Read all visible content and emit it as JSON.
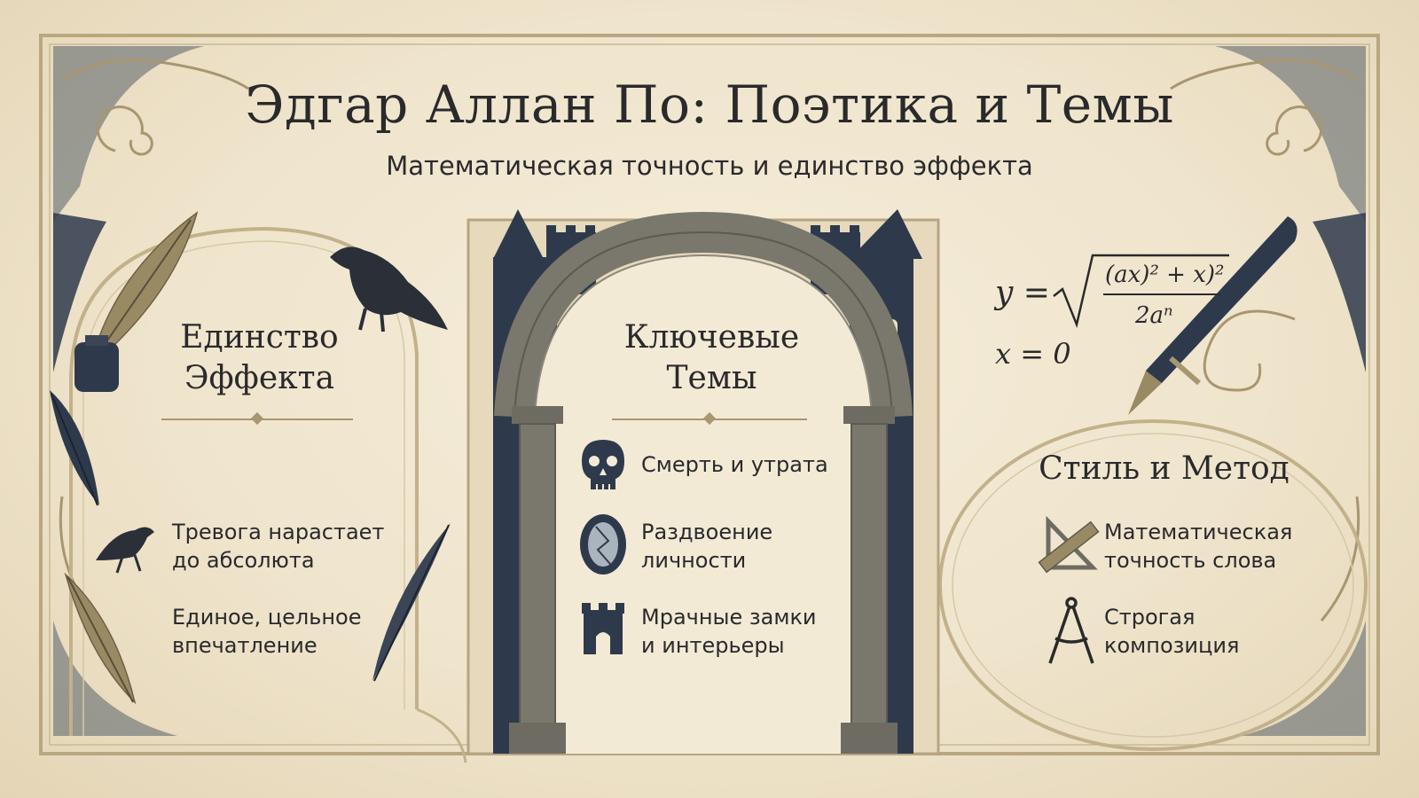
{
  "header": {
    "title": "Эдгар Аллан По: Поэтика и Темы",
    "subtitle": "Математическая точность и единство эффекта"
  },
  "sections": {
    "left": {
      "title_line1": "Единство",
      "title_line2": "Эффекта",
      "items": [
        {
          "icon": "raven-icon",
          "line1": "Тревога нарастает",
          "line2": "до абсолюта"
        },
        {
          "icon": "",
          "line1": "Единое, цельное",
          "line2": "впечатление"
        }
      ]
    },
    "middle": {
      "title_line1": "Ключевые",
      "title_line2": "Темы",
      "items": [
        {
          "icon": "skull-icon",
          "line1": "Смерть и утрата",
          "line2": ""
        },
        {
          "icon": "broken-mirror-icon",
          "line1": "Раздвоение",
          "line2": "личности"
        },
        {
          "icon": "castle-tower-icon",
          "line1": "Мрачные замки",
          "line2": "и интерьеры"
        }
      ]
    },
    "right": {
      "title": "Стиль и Метод",
      "items": [
        {
          "icon": "ruler-triangle-icon",
          "line1": "Математическая",
          "line2": "точность слова"
        },
        {
          "icon": "compass-icon",
          "line1": "Строгая",
          "line2": "композиция"
        }
      ]
    }
  },
  "formula": {
    "lhs": "y =",
    "numerator": "(ax)² + x)²",
    "denominator": "2aⁿ",
    "condition": "x = 0"
  },
  "colors": {
    "ink": "#2a2a2c",
    "navy": "#2e3a4c",
    "stone": "#7a776c",
    "gold": "#9a8a64",
    "parchment": "#efe5cf"
  }
}
